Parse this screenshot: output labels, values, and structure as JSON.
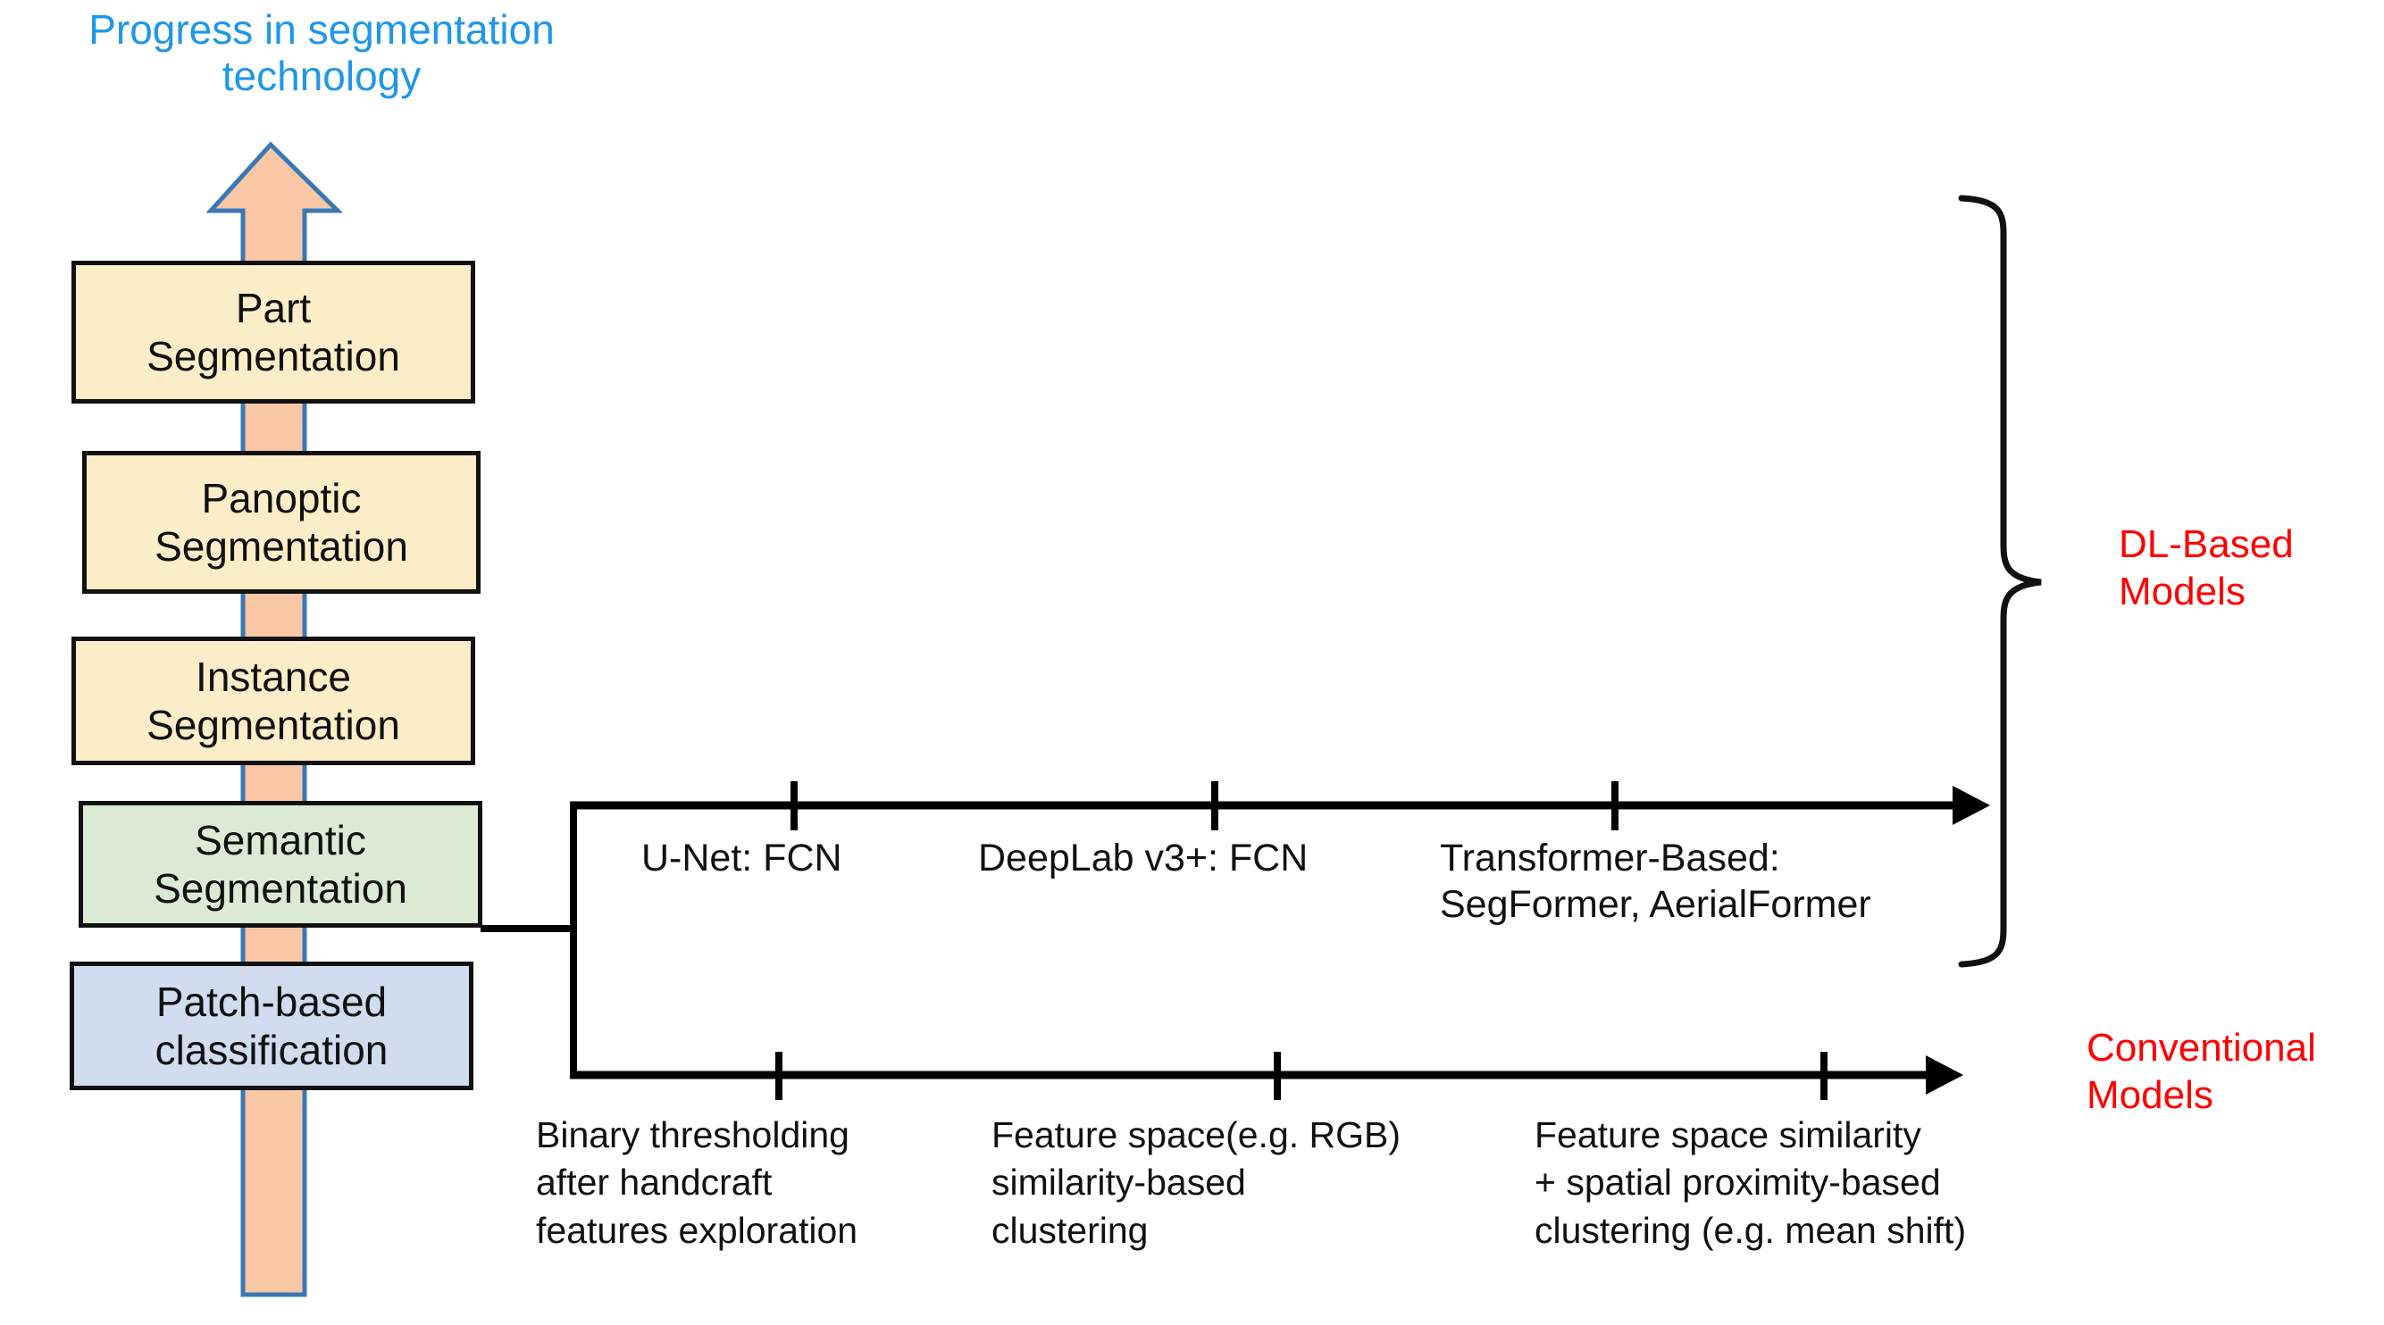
{
  "title": "Progress in segmentation\ntechnology",
  "colors": {
    "title_blue": "#1f97e8",
    "arrow_fill": "#f9c7a4",
    "arrow_stroke": "#3a78b5",
    "box_cream": "#fbedc8",
    "box_green": "#dbead4",
    "box_blue": "#d2dcef",
    "box_border": "#111111",
    "category_red": "#ff0000",
    "line_black": "#000000"
  },
  "progress_arrow": {
    "name": "upward-progress-arrow",
    "direction": "up"
  },
  "stages": [
    {
      "label": "Part\nSegmentation",
      "color": "cream"
    },
    {
      "label": "Panoptic\nSegmentation",
      "color": "cream"
    },
    {
      "label": "Instance\nSegmentation",
      "color": "cream"
    },
    {
      "label": "Semantic\nSegmentation",
      "color": "green"
    },
    {
      "label": "Patch-based\nclassification",
      "color": "blue"
    }
  ],
  "timelines": [
    {
      "id": "dl-based",
      "category_label": "DL-Based\nModels",
      "events": [
        "U-Net: FCN",
        "DeepLab v3+: FCN",
        "Transformer-Based:\nSegFormer, AerialFormer"
      ]
    },
    {
      "id": "conventional",
      "category_label": "Conventional\nModels",
      "events": [
        "Binary thresholding\nafter handcraft\nfeatures exploration",
        "Feature space(e.g. RGB)\nsimilarity-based\nclustering",
        "Feature space similarity\n+ spatial proximity-based\nclustering  (e.g. mean shift)"
      ]
    }
  ]
}
